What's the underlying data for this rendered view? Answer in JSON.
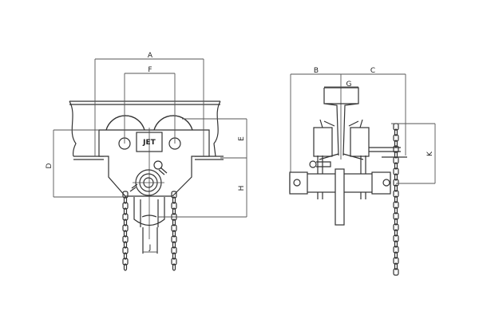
{
  "front_view": {
    "dimension_labels": {
      "A": "A",
      "F": "F",
      "D": "D",
      "E": "E",
      "H": "H",
      "J": "J"
    },
    "logo": "JET"
  },
  "side_view": {
    "dimension_labels": {
      "B": "B",
      "C": "C",
      "G": "G",
      "K": "K"
    }
  }
}
